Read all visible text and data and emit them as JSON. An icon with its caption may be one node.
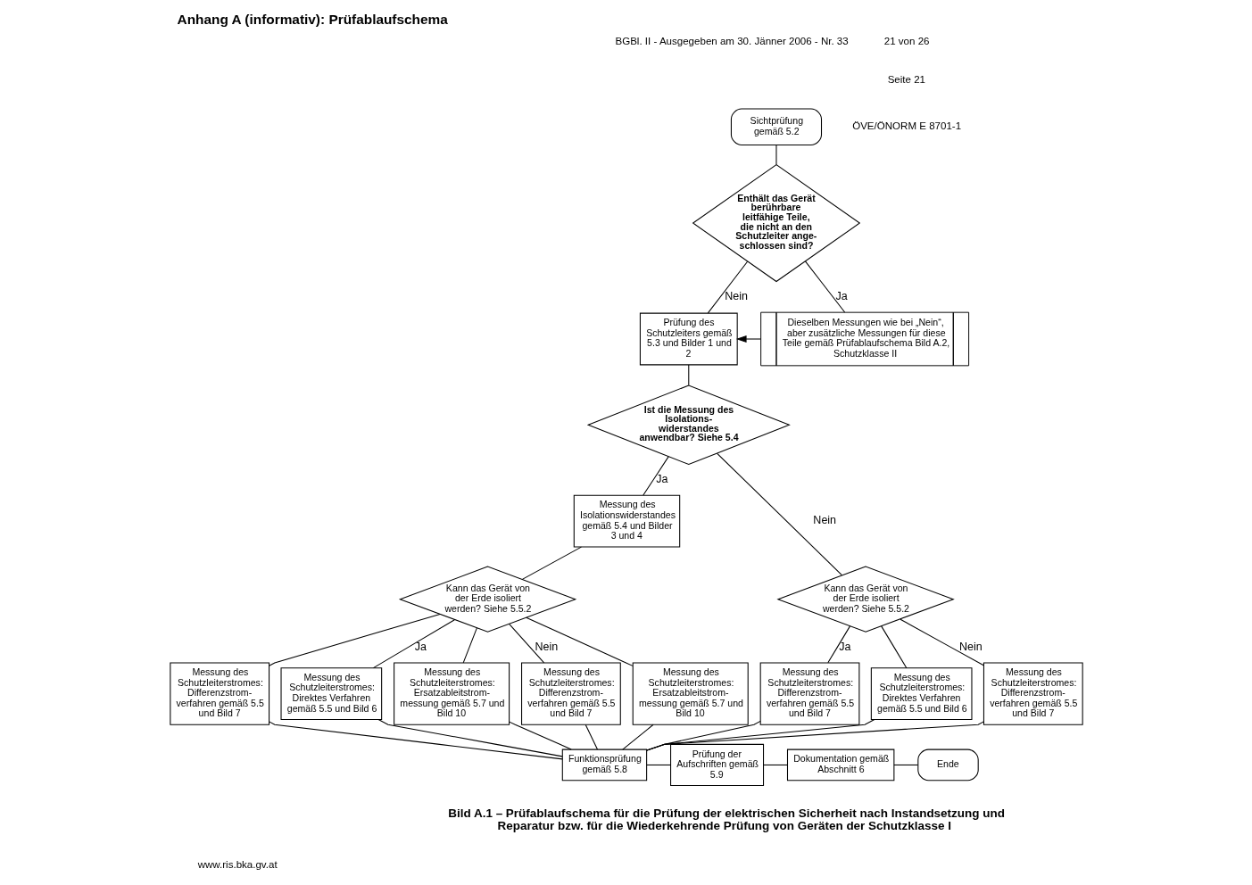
{
  "diagram": {
    "title": "Anhang A (informativ): Prüfablaufschema",
    "caption": "Bild A.1 – Prüfablaufschema für die Prüfung der elektrischen Sicherheit nach Instandsetzung und Reparatur bzw. für die Wiederkehrende Prüfung von Geräten der Schutzklasse I",
    "nodes": [
      {
        "text": [
          "Sichtprüfung gemäß 5.2"
        ]
      },
      {
        "text": [
          "Enthält das Gerät berührbare leitfähige Teile, die nicht an den Schutzleiter ange- schlossen sind?"
        ]
      },
      {
        "text": [
          "Prüfung des Schutzleiters gemäß 5.3 und Bilder 1 und 2"
        ]
      },
      {
        "text": [
          "Dieselben Messungen wie bei „Nein“, aber zusätzliche Messungen für diese Teile gemäß Prüfablaufschema Bild A.2, Schutzklasse II"
        ]
      },
      {
        "text": [
          "Ist die Messung des Isolations- widerstandes anwendbar? Siehe 5.4"
        ]
      },
      {
        "text": [
          "Messung des Isolationswiderstandes gemäß 5.4 und Bilder 3 und 4"
        ]
      },
      {
        "text": [
          "Kann das Gerät von der Erde isoliert werden? Siehe 5.5.2"
        ]
      },
      {
        "text": [
          "Kann das Gerät von der Erde isoliert werden? Siehe 5.5.2"
        ]
      },
      {
        "text": [
          "Messung des Schutzleiterstromes: Differenzstrom- verfahren gemäß 5.5 und Bild 7"
        ]
      },
      {
        "text": [
          "Messung des Schutzleiterstromes: Direktes Verfahren gemäß 5.5 und Bild 6"
        ]
      },
      {
        "text": [
          "Messung des Schutzleiterstromes: Ersatzableitstrom- messung gemäß 5.7 und Bild 10"
        ]
      },
      {
        "text": [
          "Messung des Schutzleiterstromes: Differenzstrom- verfahren gemäß 5.5 und Bild 7"
        ]
      },
      {
        "text": [
          "Messung des Schutzleiterstromes: Ersatzableitstrom- messung gemäß 5.7 und Bild 10"
        ]
      },
      {
        "text": [
          "Messung des Schutzleiterstromes: Differenzstrom- verfahren gemäß 5.5 und Bild 7"
        ]
      },
      {
        "text": [
          "Messung des Schutzleiterstromes: Direktes Verfahren gemäß 5.5 und Bild 6"
        ]
      },
      {
        "text": [
          "Messung des Schutzleiterstromes: Differenzstrom- verfahren gemäß 5.5 und Bild 7"
        ]
      },
      {
        "text": [
          "Funktionsprüfung gemäß 5.8"
        ]
      },
      {
        "text": [
          "Prüfung der Aufschriften gemäß 5.9"
        ]
      },
      {
        "text": [
          "Dokumentation gemäß Abschnitt 6"
        ]
      },
      {
        "text": [
          "Ende"
        ]
      }
    ],
    "edges": [
      {
        "from": 0,
        "to": 1,
        "arrow": "none"
      },
      {
        "from": 1,
        "to": 2,
        "arrow": "none",
        "label": "Nein"
      },
      {
        "from": 1,
        "to": 3,
        "arrow": "none",
        "label": "Ja"
      },
      {
        "from": 3,
        "to": 2,
        "arrow": "to"
      },
      {
        "from": 2,
        "to": 4,
        "arrow": "none"
      },
      {
        "from": 4,
        "to": 5,
        "arrow": "none",
        "label": "Ja"
      },
      {
        "from": 4,
        "to": 7,
        "arrow": "none",
        "label": "Nein"
      },
      {
        "from": 5,
        "to": 6,
        "arrow": "none"
      },
      {
        "from": 6,
        "to": 8,
        "arrow": "none"
      },
      {
        "from": 6,
        "to": 9,
        "arrow": "none",
        "label": "Ja"
      },
      {
        "from": 6,
        "to": 10,
        "arrow": "none"
      },
      {
        "from": 6,
        "to": 11,
        "arrow": "none",
        "label": "Nein"
      },
      {
        "from": 6,
        "to": 12,
        "arrow": "none"
      },
      {
        "from": 7,
        "to": 13,
        "arrow": "none",
        "label": "Ja"
      },
      {
        "from": 7,
        "to": 14,
        "arrow": "none"
      },
      {
        "from": 7,
        "to": 15,
        "arrow": "none",
        "label": "Nein"
      },
      {
        "from": 8,
        "to": 16,
        "arrow": "none"
      },
      {
        "from": 9,
        "to": 16,
        "arrow": "none"
      },
      {
        "from": 10,
        "to": 16,
        "arrow": "none"
      },
      {
        "from": 11,
        "to": 16,
        "arrow": "none"
      },
      {
        "from": 12,
        "to": 16,
        "arrow": "none"
      },
      {
        "from": 13,
        "to": 16,
        "arrow": "none"
      },
      {
        "from": 14,
        "to": 16,
        "arrow": "none"
      },
      {
        "from": 15,
        "to": 16,
        "arrow": "none"
      },
      {
        "from": 16,
        "to": 17,
        "arrow": "none"
      },
      {
        "from": 17,
        "to": 18,
        "arrow": "none"
      },
      {
        "from": 18,
        "to": 19,
        "arrow": "none"
      }
    ],
    "labels": [
      "BGBl. II - Ausgegeben am 30. Jänner 2006 - Nr. 33",
      "21 von 26",
      "Seite 21",
      "ÖVE/ÖNORM E 8701-1",
      "www.ris.bka.gv.at"
    ]
  }
}
